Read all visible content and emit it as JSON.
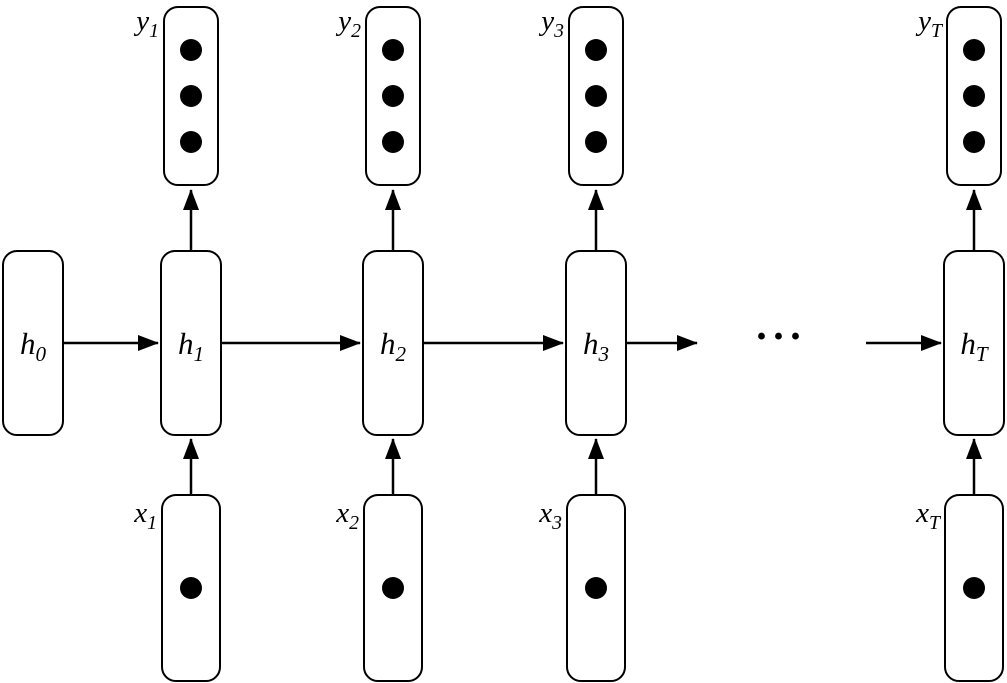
{
  "diagram": {
    "ellipsis": "···",
    "h0": {
      "base": "h",
      "sub": "0"
    },
    "columns": [
      {
        "y": {
          "base": "y",
          "sub": "1"
        },
        "h": {
          "base": "h",
          "sub": "1"
        },
        "x": {
          "base": "x",
          "sub": "1"
        }
      },
      {
        "y": {
          "base": "y",
          "sub": "2"
        },
        "h": {
          "base": "h",
          "sub": "2"
        },
        "x": {
          "base": "x",
          "sub": "2"
        }
      },
      {
        "y": {
          "base": "y",
          "sub": "3"
        },
        "h": {
          "base": "h",
          "sub": "3"
        },
        "x": {
          "base": "x",
          "sub": "3"
        }
      },
      {
        "y": {
          "base": "y",
          "sub": "T"
        },
        "h": {
          "base": "h",
          "sub": "T"
        },
        "x": {
          "base": "x",
          "sub": "T"
        }
      }
    ],
    "colors": {
      "stroke": "#000000",
      "fill": "#ffffff"
    }
  }
}
